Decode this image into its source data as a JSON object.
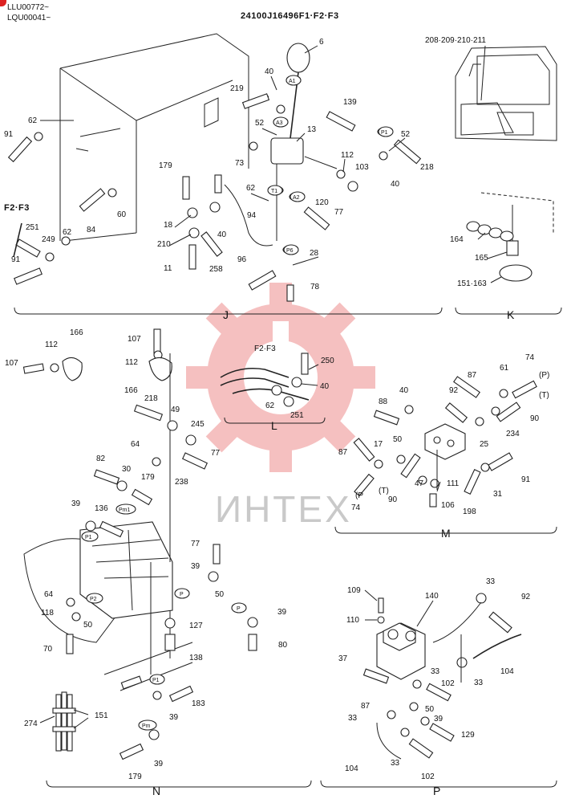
{
  "header": {
    "serial_lines": [
      "LLU00772~",
      "LQU00041~"
    ],
    "drawing_code": "24100J16496F1·F2·F3"
  },
  "watermark": {
    "text": "ИНТЕХ",
    "gear_color": "#f4b6b6",
    "text_color": "#c9c9c9"
  },
  "sections": {
    "J": "J",
    "K": "K",
    "L": "L",
    "M": "M",
    "N": "N",
    "P": "P"
  },
  "variant_labels": {
    "j_f2f3": "F2·F3",
    "l_f2f3": "F2·F3"
  },
  "ports": {
    "a1": "A1",
    "a3": "A3",
    "t1": "T1",
    "a2": "A2",
    "p1": "P1",
    "p6": "P6",
    "pm1": "Pm1",
    "p1n": "P1",
    "p2": "P2",
    "p": "P",
    "p_b": "P",
    "p1b": "P1",
    "pm": "Pm",
    "m_p": "(P)",
    "m_t": "(T)",
    "m_p2": "(P",
    "m_t2": "(T)"
  },
  "callouts": {
    "j": [
      "6",
      "40",
      "219",
      "139",
      "52",
      "13",
      "52",
      "91",
      "62",
      "73",
      "112",
      "103",
      "218",
      "179",
      "62",
      "120",
      "40",
      "F2·F3",
      "18",
      "94",
      "77",
      "84",
      "60",
      "251",
      "249",
      "62",
      "210",
      "40",
      "258",
      "28",
      "96",
      "11",
      "78",
      "91",
      "208·209·210·211"
    ],
    "k": [
      "164",
      "165",
      "151·163"
    ],
    "l": [
      "250",
      "40",
      "62",
      "251"
    ],
    "top_left": [
      "166",
      "112",
      "107",
      "107",
      "112",
      "166"
    ],
    "n": [
      "218",
      "49",
      "245",
      "64",
      "77",
      "82",
      "30",
      "179",
      "238",
      "39",
      "136",
      "77",
      "39",
      "50",
      "64",
      "118",
      "50",
      "70",
      "127",
      "39",
      "80",
      "138",
      "183",
      "39",
      "179",
      "39",
      "274",
      "151"
    ],
    "m": [
      "74",
      "87",
      "61",
      "92",
      "88",
      "40",
      "25",
      "234",
      "90",
      "17",
      "50",
      "87",
      "47",
      "111",
      "91",
      "31",
      "106",
      "198",
      "74",
      "90"
    ],
    "p": [
      "33",
      "109",
      "140",
      "92",
      "110",
      "37",
      "104",
      "33",
      "33",
      "102",
      "87",
      "50",
      "39",
      "129",
      "33",
      "104",
      "33",
      "102"
    ]
  }
}
